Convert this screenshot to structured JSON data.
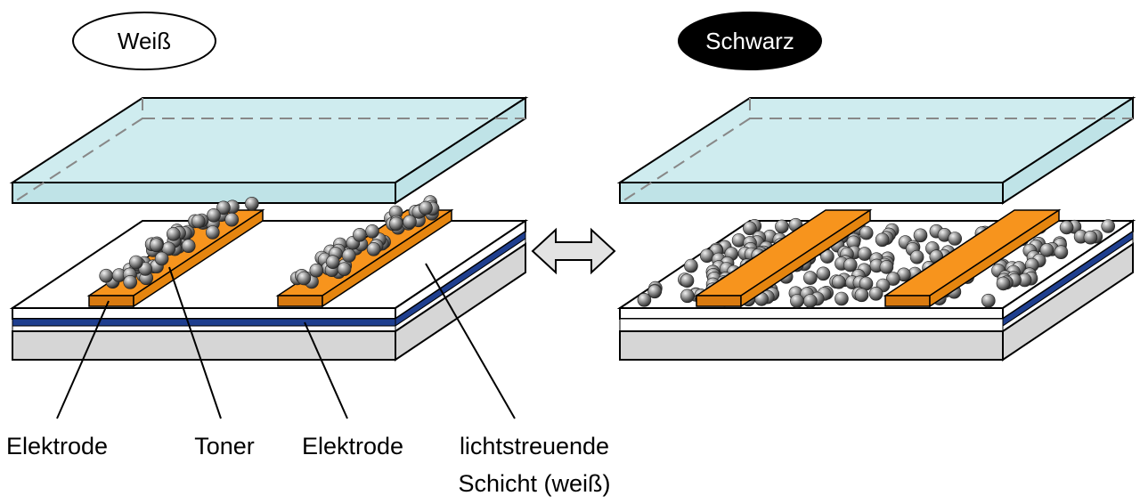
{
  "states": {
    "white": {
      "label": "Weiß"
    },
    "black": {
      "label": "Schwarz"
    }
  },
  "switch_icon": "double-arrow-icon",
  "labels": {
    "electrode_left": "Elektrode",
    "toner": "Toner",
    "electrode_bottom": "Elektrode",
    "scattering_layer_line1": "lichtstreuende",
    "scattering_layer_line2": "Schicht (weiß)"
  },
  "colors": {
    "glass_fill": "#cfecef",
    "electrode": "#f7941d",
    "blue_layer": "#1f3f8f",
    "base_gray": "#d6d6d6",
    "toner": "#8a8a8a"
  }
}
